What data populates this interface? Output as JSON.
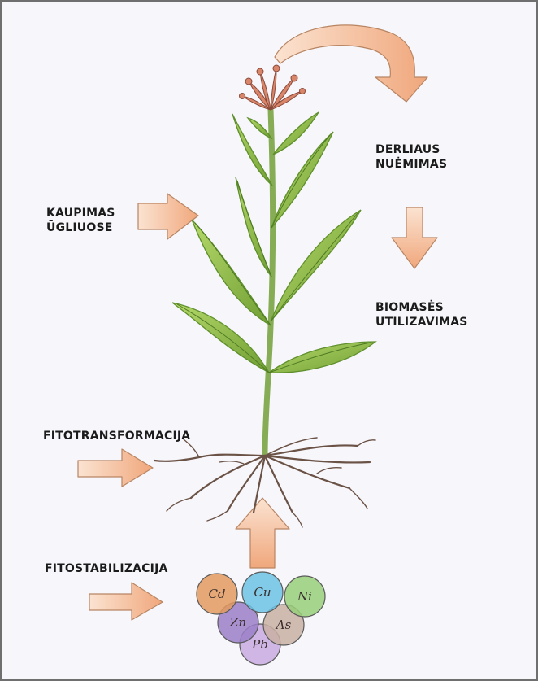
{
  "labels": {
    "kaupimas": [
      "KAUPIMAS",
      "ŪGLIUOSE"
    ],
    "derliaus": [
      "DERLIAUS",
      "NUĖMIMAS"
    ],
    "biomases": [
      "BIOMASĖS",
      "UTILIZAVIMAS"
    ],
    "fitotransformacija": "FITOTRANSFORMACIJA",
    "fitostabilizacija": "FITOSTABILIZACIJA"
  },
  "metals": [
    {
      "symbol": "Cd",
      "color": "#e39a5e"
    },
    {
      "symbol": "Cu",
      "color": "#6cc3e4"
    },
    {
      "symbol": "Ni",
      "color": "#98cf7a"
    },
    {
      "symbol": "Zn",
      "color": "#9b7fc8"
    },
    {
      "symbol": "As",
      "color": "#c9b0a3"
    },
    {
      "symbol": "Pb",
      "color": "#c9aae0"
    }
  ],
  "colors": {
    "arrow_fill": "#f2b48e",
    "arrow_stroke": "#b88563",
    "leaf": "#8fbd45",
    "leaf_dark": "#5f8f2c",
    "stem": "#86ad55",
    "root": "#6b5246",
    "flower": "#d9856a"
  }
}
